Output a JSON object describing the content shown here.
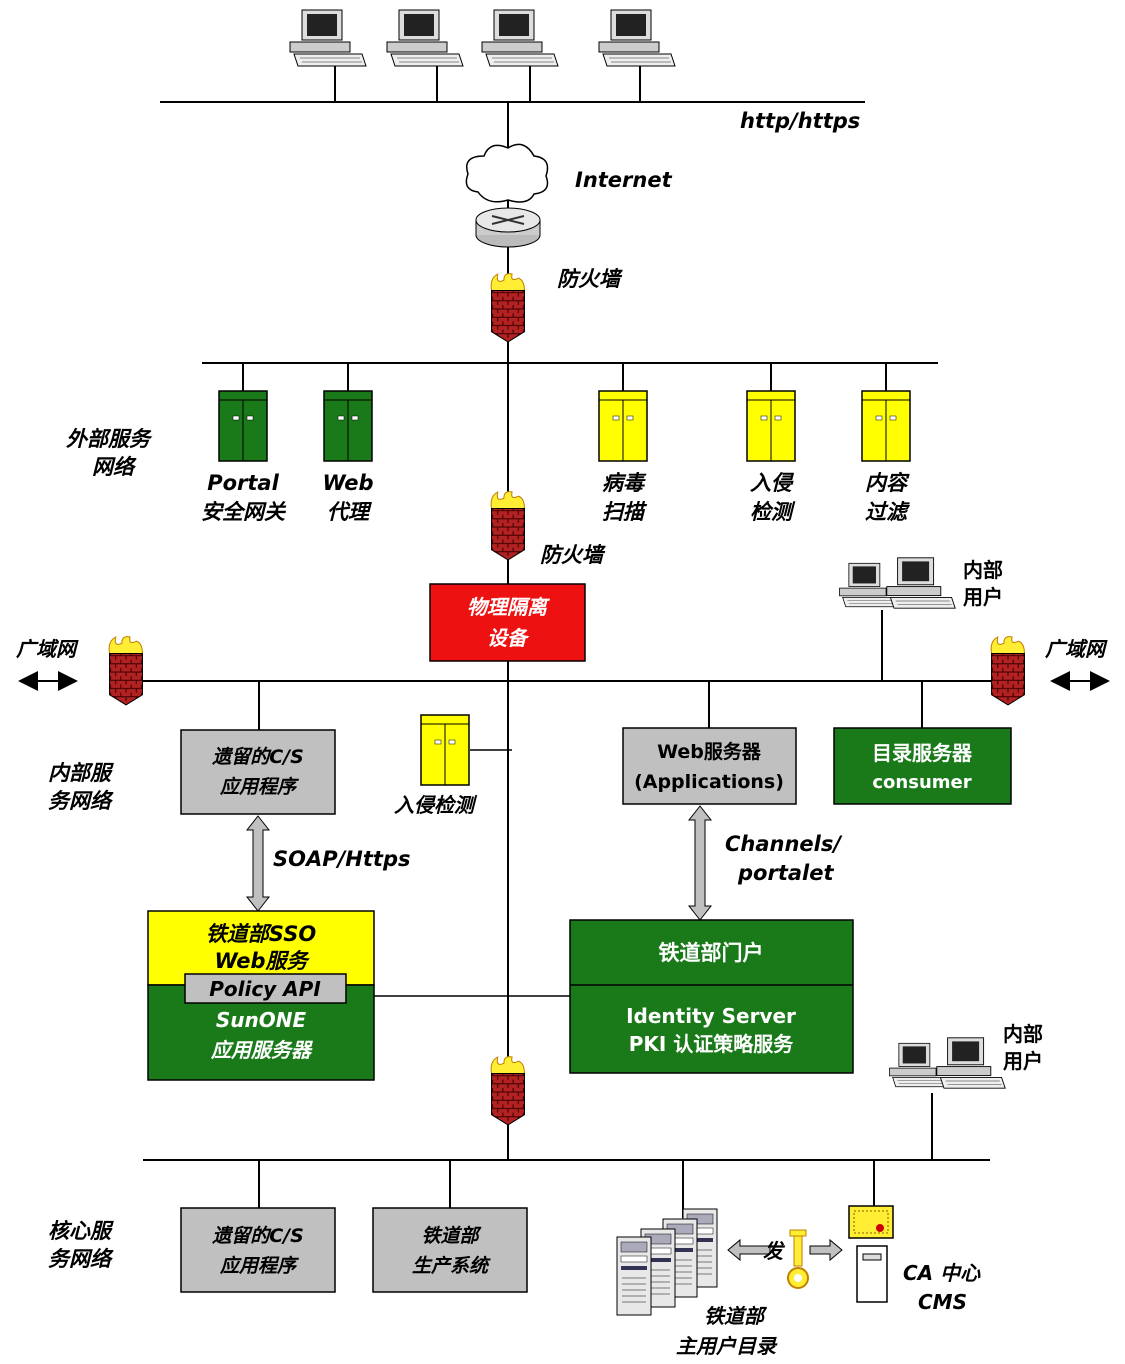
{
  "top": {
    "protocol": "http/https",
    "internet": "Internet",
    "firewall1": "防火墙"
  },
  "external": {
    "zone_line1": "外部服务",
    "zone_line2": "网络",
    "servers": [
      {
        "line1": "Portal",
        "line2": "安全网关",
        "color": "#1a7a1a"
      },
      {
        "line1": "Web",
        "line2": "代理",
        "color": "#1a7a1a"
      },
      {
        "line1": "病毒",
        "line2": "扫描",
        "color": "#ffff00"
      },
      {
        "line1": "入侵",
        "line2": "检测",
        "color": "#ffff00"
      },
      {
        "line1": "内容",
        "line2": "过滤",
        "color": "#ffff00"
      }
    ],
    "firewall2": "防火墙"
  },
  "isolation": {
    "line1": "物理隔离",
    "line2": "设备",
    "color": "#ee1111"
  },
  "wan": {
    "left": "广域网",
    "right": "广域网"
  },
  "internal_users_1": {
    "line1": "内部",
    "line2": "用户"
  },
  "internal": {
    "zone_line1": "内部服",
    "zone_line2": "务网络",
    "legacy": {
      "line1": "遗留的C/S",
      "line2": "应用程序"
    },
    "ids": "入侵检测",
    "web_server": {
      "line1": "Web服务器",
      "line2": "(Applications)"
    },
    "directory": {
      "line1": "目录服务器",
      "line2": "consumer"
    },
    "soap": "SOAP/Https",
    "channels": {
      "line1": "Channels/",
      "line2": "portalet"
    },
    "sso": {
      "line1": "铁道部SSO",
      "line2": "Web服务",
      "api": "Policy API",
      "line3": "SunONE",
      "line4": "应用服务器"
    },
    "portal": {
      "title": "铁道部门户",
      "line1": "Identity Server",
      "line2": "PKI 认证策略服务"
    }
  },
  "internal_users_2": {
    "line1": "内部",
    "line2": "用户"
  },
  "core": {
    "zone_line1": "核心服",
    "zone_line2": "务网络",
    "legacy": {
      "line1": "遗留的C/S",
      "line2": "应用程序"
    },
    "production": {
      "line1": "铁道部",
      "line2": "生产系统"
    },
    "issue": "发",
    "user_dir": {
      "line1": "铁道部",
      "line2": "主用户目录"
    },
    "ca": {
      "line1": "CA 中心",
      "line2": "CMS"
    }
  },
  "colors": {
    "green": "#1a7a1a",
    "yellow": "#ffff00",
    "gray": "#c0c0c0",
    "red": "#ee1111"
  }
}
